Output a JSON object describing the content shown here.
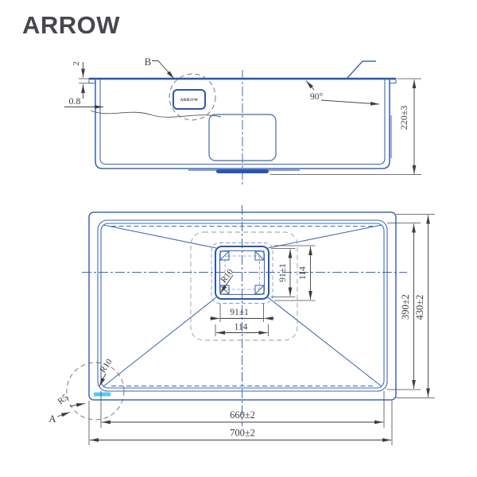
{
  "brand": {
    "logo": "ARROW"
  },
  "colors": {
    "line_blue": "#3f68b8",
    "line_blue_bold": "#2b55b2",
    "dim_gray": "#3f3f3f",
    "dashed_gray": "#6e6e6e",
    "cyan_mark": "#35c5ee",
    "logo_gray": "#48484c"
  },
  "side_view": {
    "detail_label": "B",
    "flange_thickness": "2",
    "wall_thickness": "0.8",
    "corner_angle": "90°",
    "height_dim": "220±3",
    "plate_text": "ARROW"
  },
  "plan_view": {
    "drain_corner_radius": "R10",
    "bowl_corner_radius": "R10",
    "outer_corner_radius": "R5",
    "detail_label": "A",
    "drain_inner_width": "91±1",
    "drain_outer_width": "114",
    "drain_inner_height": "91±1",
    "drain_outer_height": "114",
    "bowl_length": "660±2",
    "overall_length": "700±2",
    "bowl_width": "390±2",
    "overall_width": "430±2"
  }
}
